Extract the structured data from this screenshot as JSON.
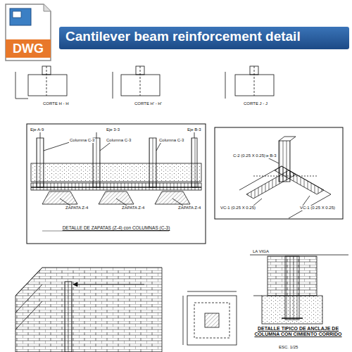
{
  "diagram": {
    "title": "Cantilever beam reinforcement detail",
    "nodes": [
      {
        "text": [
          "DWG"
        ]
      },
      {
        "text": [
          "DETALLE DE ZAPATAS (Z-4) con COLUMNAS (C-3)"
        ]
      }
    ],
    "labels": [
      "CORTE H - H",
      "CORTE H' - H'",
      "CORTE J - J",
      "Eje A-9",
      "Columna C-3",
      "Columna C-3",
      "Eje 3-3",
      "Columna C-3",
      "Eje B-3",
      "ZAPATA Z-4",
      "ZAPATA Z-4",
      "ZAPATA Z-4",
      "Eje B-3",
      "C-2 (0.25 X 0.25)",
      "VC-1 (0.25 X 0.25)",
      "VC-1 (0.25 X 0.25)",
      "LA VIGA",
      "DETALLE TIPICO DE ANCLAJE DE COLUMNA CON CIMIENTO CORRIDO",
      "ESC. 1/25"
    ]
  }
}
